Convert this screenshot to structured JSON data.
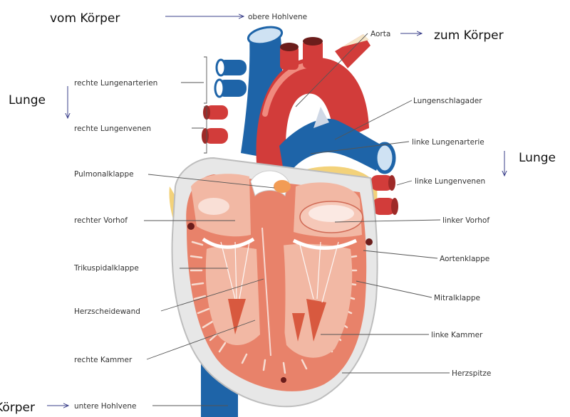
{
  "flow": {
    "from_body_top": "vom Körper",
    "to_body": "zum Körper",
    "lung_left": "Lunge",
    "lung_right": "Lunge",
    "from_body_bottom": "Körper"
  },
  "labels": {
    "superior_vena_cava": "obere Hohlvene",
    "aorta": "Aorta",
    "right_pulmonary_arteries": "rechte Lungenarterien",
    "right_pulmonary_veins": "rechte Lungenvenen",
    "pulmonary_trunk": "Lungenschlagader",
    "left_pulmonary_artery": "linke Lungenarterie",
    "left_pulmonary_veins": "linke Lungenvenen",
    "pulmonary_valve": "Pulmonalklappe",
    "right_atrium": "rechter Vorhof",
    "left_atrium": "linker Vorhof",
    "aortic_valve": "Aortenklappe",
    "tricuspid_valve": "Trikuspidalklappe",
    "mitral_valve": "Mitralklappe",
    "septum": "Herzscheidewand",
    "left_ventricle": "linke Kammer",
    "right_ventricle": "rechte Kammer",
    "apex": "Herzspitze",
    "inferior_vena_cava": "untere Hohlvene"
  },
  "colors": {
    "vein_blue": "#1e64a8",
    "artery_red": "#d23c3a",
    "muscle_salmon": "#e8826a",
    "muscle_light": "#f2b8a4",
    "fat_yellow": "#f3d27a",
    "arrow_blue": "#3a3f8a"
  }
}
